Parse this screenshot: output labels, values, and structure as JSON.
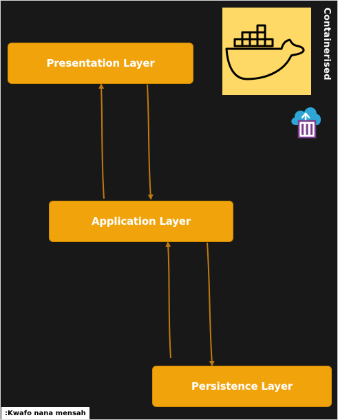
{
  "layers": {
    "presentation": "Presentation Layer",
    "application": "Application Layer",
    "persistence": "Persistence Layer"
  },
  "containerised_label": "Containerised",
  "author_tag": ":Kwafo nana mensah",
  "icons": {
    "docker": "docker-whale-icon",
    "cloud": "cloud-upload-container-icon"
  },
  "colors": {
    "background": "#181818",
    "layer_fill": "#f0a30a",
    "arrow": "#c07a10",
    "docker_tile": "#ffd966"
  }
}
